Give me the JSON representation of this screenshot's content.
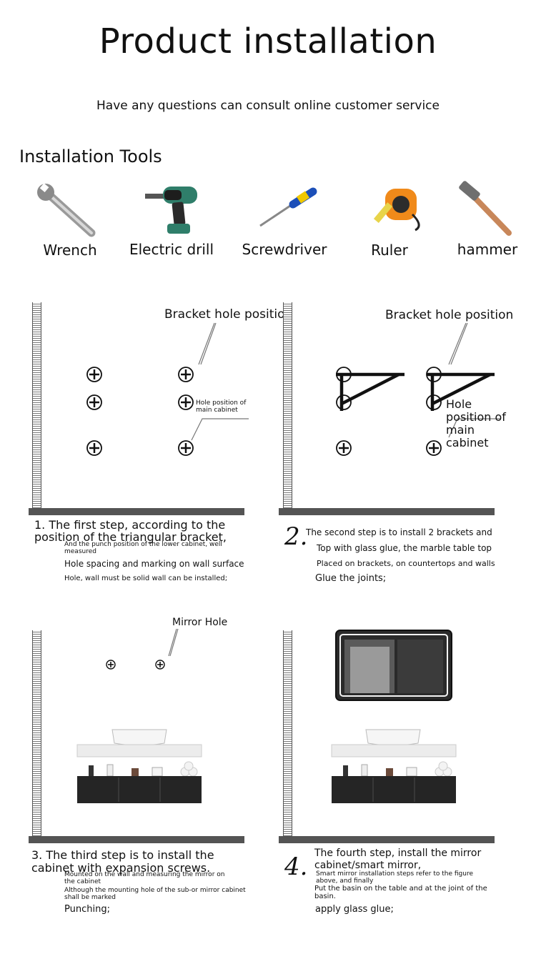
{
  "header": {
    "title": "Product installation",
    "subtitle": "Have any questions can consult online customer service"
  },
  "tools": {
    "heading": "Installation Tools",
    "items": [
      {
        "label": "Wrench",
        "icon": "wrench-icon"
      },
      {
        "label": "Electric drill",
        "icon": "electric-drill-icon"
      },
      {
        "label": "Screwdriver",
        "icon": "screwdriver-icon"
      },
      {
        "label": "Ruler",
        "icon": "tape-measure-icon"
      },
      {
        "label": "hammer",
        "icon": "hammer-icon"
      }
    ]
  },
  "step1": {
    "callout": "Bracket hole position",
    "hole_label": "Hole position of main cabinet",
    "line1": "1. The first step, according to the",
    "line2": "position of the triangular bracket,",
    "note1": "And the punch position of the lower cabinet, well measured",
    "note2": "Hole spacing and marking on wall surface",
    "note3": "Hole, wall must be solid wall can be installed;"
  },
  "step2": {
    "number": "2.",
    "callout": "Bracket hole position",
    "hole_label": "Hole position of main cabinet",
    "line1": "The second step is to install 2 brackets and",
    "line2": "Top with glass glue, the marble table top",
    "line3": "Placed on brackets, on countertops and walls",
    "line4": "Glue the joints;"
  },
  "step3": {
    "callout": "Mirror Hole",
    "line1": "3. The third step is to install the",
    "line2": "cabinet with expansion screws.",
    "note1": "Mounted on the wall and measuring the mirror on the cabinet",
    "note2": "Although the mounting hole of the sub-or mirror cabinet shall be marked",
    "note3": "Punching;"
  },
  "step4": {
    "number": "4.",
    "line1": "The fourth step, install the mirror",
    "line2": "cabinet/smart mirror,",
    "note1": "Smart mirror installation steps refer to the figure above, and finally",
    "note2": "Put the basin on the table and at the joint of the basin.",
    "note3": "apply glass glue;"
  }
}
